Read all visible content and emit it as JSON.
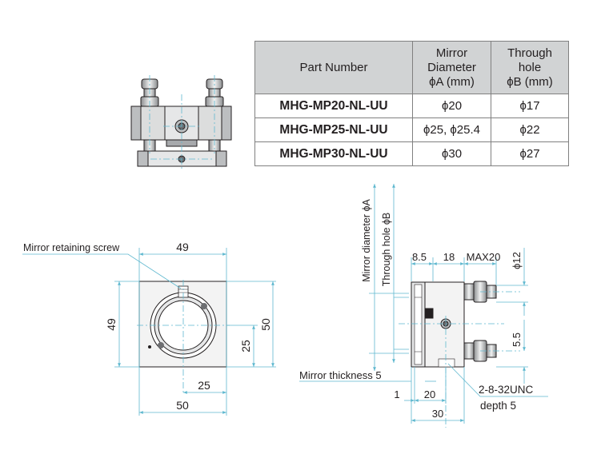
{
  "table": {
    "headers": {
      "part_number": "Part Number",
      "mirror_diameter": [
        "Mirror",
        "Diameter",
        "ϕA (mm)"
      ],
      "through_hole": [
        "Through",
        "hole",
        "ϕB (mm)"
      ]
    },
    "rows": [
      {
        "part_number": "MHG-MP20-NL-UU",
        "mirror_diameter": "ϕ20",
        "through_hole": "ϕ17"
      },
      {
        "part_number": "MHG-MP25-NL-UU",
        "mirror_diameter": "ϕ25, ϕ25.4",
        "through_hole": "ϕ22"
      },
      {
        "part_number": "MHG-MP30-NL-UU",
        "mirror_diameter": "ϕ30",
        "through_hole": "ϕ27"
      }
    ]
  },
  "front_view": {
    "callout": "Mirror retaining screw",
    "dim_width_top": "49",
    "dim_height_left": "49",
    "dim_height_right": "50",
    "dim_hole_height": "25",
    "dim_hole_offset": "25",
    "dim_width_bottom": "50"
  },
  "side_view": {
    "label_mirror_diameter": "Mirror diameter ϕA",
    "label_through_hole": "Through hole ϕB",
    "dim_8_5": "8.5",
    "dim_18": "18",
    "dim_max20": "MAX20",
    "dim_phi12": "ϕ12",
    "dim_5_5": "5.5",
    "mirror_thickness": "Mirror thickness 5",
    "dim_1": "1",
    "dim_20": "20",
    "dim_30": "30",
    "thread_callout": "2-8-32UNC",
    "thread_depth": "depth 5"
  },
  "colors": {
    "dimension_line": "#5fb8cf",
    "part_fill": "#e6e7e8",
    "part_shadow": "#a7a9ac",
    "outline": "#231f20",
    "header_bg": "#d1d3d4"
  }
}
